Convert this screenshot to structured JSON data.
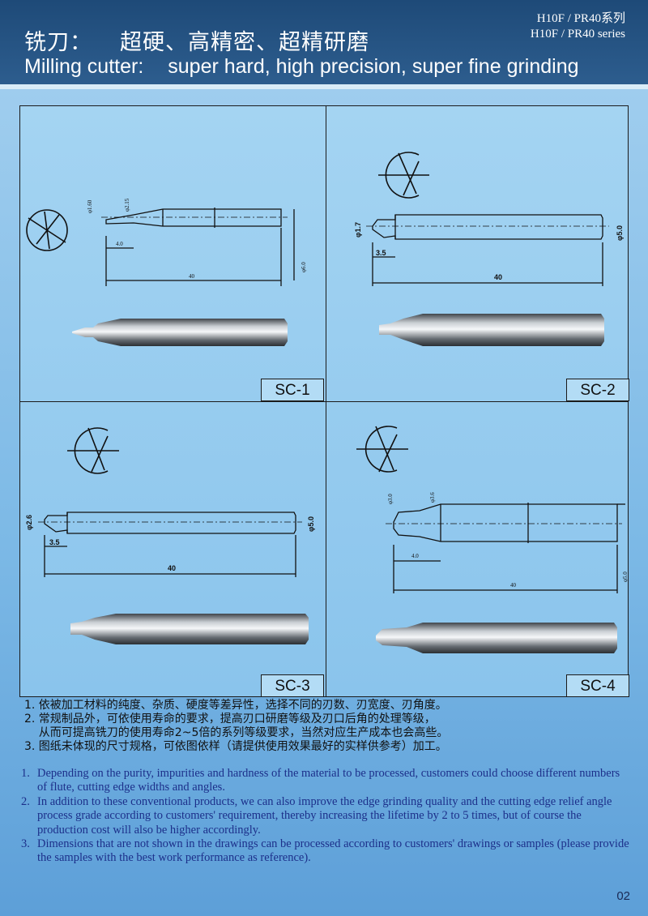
{
  "header": {
    "title_cn_main": "铣刀：",
    "title_cn_sub": "超硬、高精密、超精研磨",
    "title_en_main": "Milling cutter:",
    "title_en_sub": "super hard, high precision, super fine grinding",
    "series_cn": "H10F / PR40系列",
    "series_en": "H10F / PR40 series"
  },
  "cells": [
    {
      "label": "SC-1",
      "dims": {
        "d1": "φ1.60",
        "d2": "φ2.15",
        "len_flute": "4.0",
        "len_total": "40",
        "d_shank": "φ6.0"
      }
    },
    {
      "label": "SC-2",
      "dims": {
        "d1": "φ1.7",
        "len_flute": "3.5",
        "len_total": "40",
        "d_shank": "φ5.0"
      }
    },
    {
      "label": "SC-3",
      "dims": {
        "d1": "φ2.6",
        "len_flute": "3.5",
        "len_total": "40",
        "d_shank": "φ5.0"
      }
    },
    {
      "label": "SC-4",
      "dims": {
        "d1": "φ3.0",
        "d2": "φ3.6",
        "len_flute": "4.0",
        "len_total": "40",
        "d_shank": "φ5.0"
      }
    }
  ],
  "notes_cn": [
    "1. 依被加工材料的纯度、杂质、硬度等差异性，选择不同的刃数、刃宽度、刃角度。",
    "2. 常规制品外，可依使用寿命的要求，提高刃口研磨等级及刃口后角的处理等级，",
    "    从而可提高铣刀的使用寿命2~5倍的系列等级要求，当然对应生产成本也会高些。",
    "3. 图纸未体现的尺寸规格，可依图依样（请提供使用效果最好的实样供参考）加工。"
  ],
  "notes_en": [
    {
      "num": "1.",
      "text": "Depending on the purity, impurities and hardness of the material to be processed, customers could choose different numbers of flute, cutting edge widths and angles."
    },
    {
      "num": "2.",
      "text": "In addition to these conventional products, we can also improve the edge grinding quality and the cutting edge relief angle process grade according to customers' requirement, thereby increasing the lifetime by 2 to 5 times, but of course the production cost will also be higher accordingly."
    },
    {
      "num": "3.",
      "text": "Dimensions that are not shown in the drawings can be processed according to customers' drawings or samples (please provide the samples with the best work performance as reference)."
    }
  ],
  "page_number": "02",
  "colors": {
    "header": "#1e4a78",
    "background": "#8ac4ec",
    "english_notes": "#1c2f8a"
  }
}
